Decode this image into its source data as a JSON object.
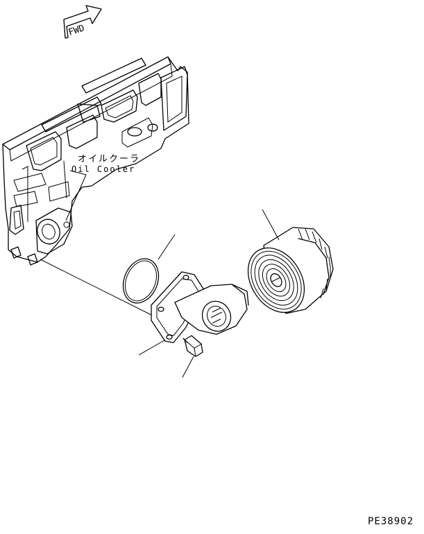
{
  "diagram": {
    "direction_marker": {
      "text": "FWD",
      "icon": "forward-arrow-icon"
    },
    "callouts": {
      "oil_cooler_jp": "オイルクーラ",
      "oil_cooler_en": "Oil Cooler"
    },
    "drawing_code": "PE38902",
    "parts": [
      "engine-block",
      "o-ring",
      "filter-head-adapter",
      "bolt",
      "oil-filter-cartridge"
    ]
  }
}
